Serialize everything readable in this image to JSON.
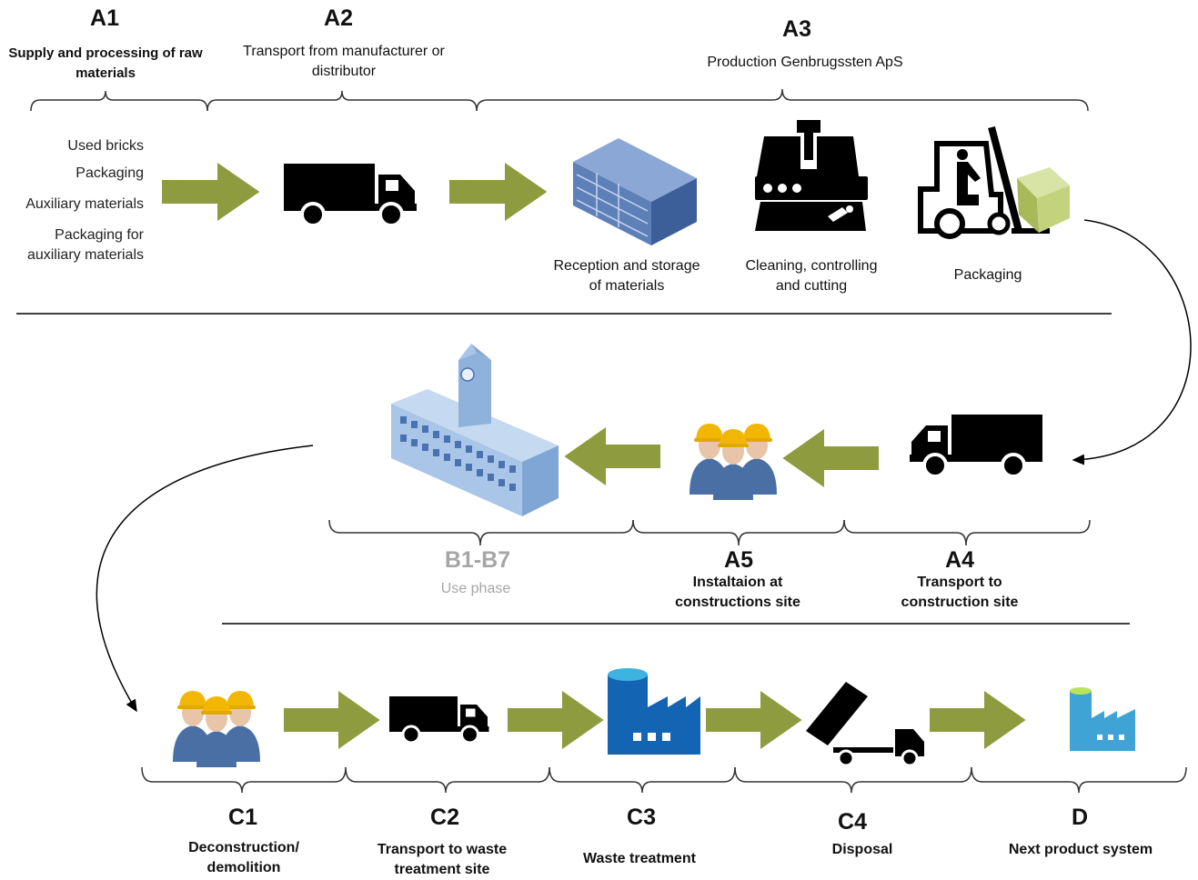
{
  "stages": {
    "a1": {
      "code": "A1",
      "title": "Supply and processing of raw materials"
    },
    "a2": {
      "code": "A2",
      "title": "Transport from manufacturer or distributor"
    },
    "a3": {
      "code": "A3",
      "title": "Production Genbrugssten ApS"
    },
    "a4": {
      "code": "A4",
      "title": "Transport to construction site"
    },
    "a5": {
      "code": "A5",
      "title": "Instaltaion at constructions site"
    },
    "b": {
      "code": "B1-B7",
      "title": "Use phase"
    },
    "c1": {
      "code": "C1",
      "title": "Deconstruction/ demolition"
    },
    "c2": {
      "code": "C2",
      "title": "Transport to waste treatment site"
    },
    "c3": {
      "code": "C3",
      "title": "Waste treatment"
    },
    "c4": {
      "code": "C4",
      "title": "Disposal"
    },
    "d": {
      "code": "D",
      "title": "Next product system"
    }
  },
  "inputs": [
    "Used bricks",
    "Packaging",
    "Auxiliary materials",
    "Packaging for auxiliary materials"
  ],
  "a3_steps": {
    "reception": "Reception and storage of materials",
    "cleaning": "Cleaning, controlling and cutting",
    "packaging": "Packaging"
  },
  "colors": {
    "arrow": "#8e9b3e",
    "grey_text": "#a6a6a6",
    "azure_dark": "#1464b4",
    "azure_light": "#3fb3e0",
    "worker_blue": "#4a6fa5",
    "helmet": "#f2b705"
  },
  "icons": [
    "truck-icon",
    "storage-box-icon",
    "machine-icon",
    "forklift-icon",
    "workers-icon",
    "building-icon",
    "factory-icon",
    "dump-truck-icon"
  ]
}
